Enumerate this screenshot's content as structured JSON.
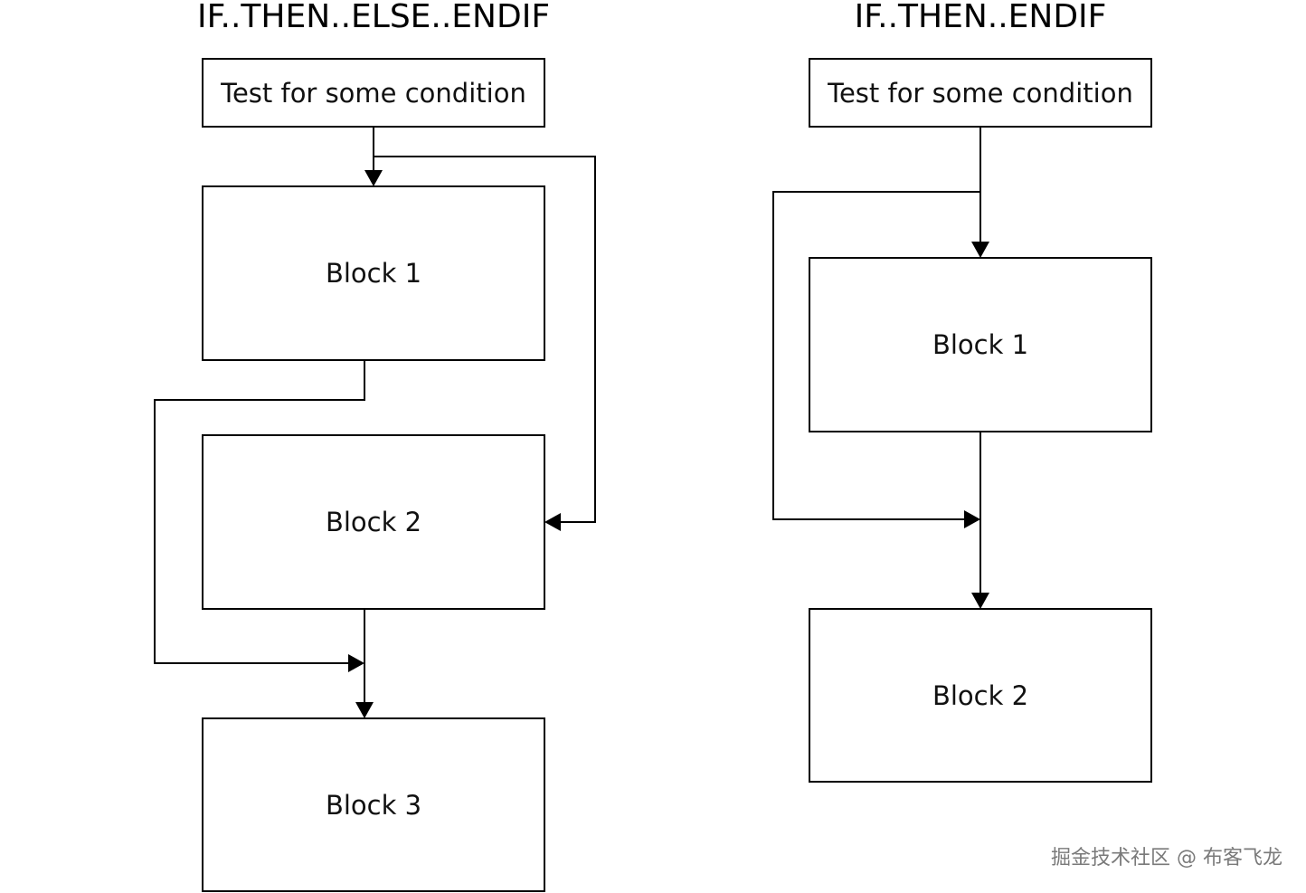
{
  "left_diagram": {
    "title": "IF..THEN..ELSE..ENDIF",
    "test_box": "Test for some condition",
    "block1": "Block 1",
    "block2": "Block 2",
    "block3": "Block 3"
  },
  "right_diagram": {
    "title": "IF..THEN..ENDIF",
    "test_box": "Test for some condition",
    "block1": "Block 1",
    "block2": "Block 2"
  },
  "watermark": "掘金技术社区 @ 布客飞龙"
}
